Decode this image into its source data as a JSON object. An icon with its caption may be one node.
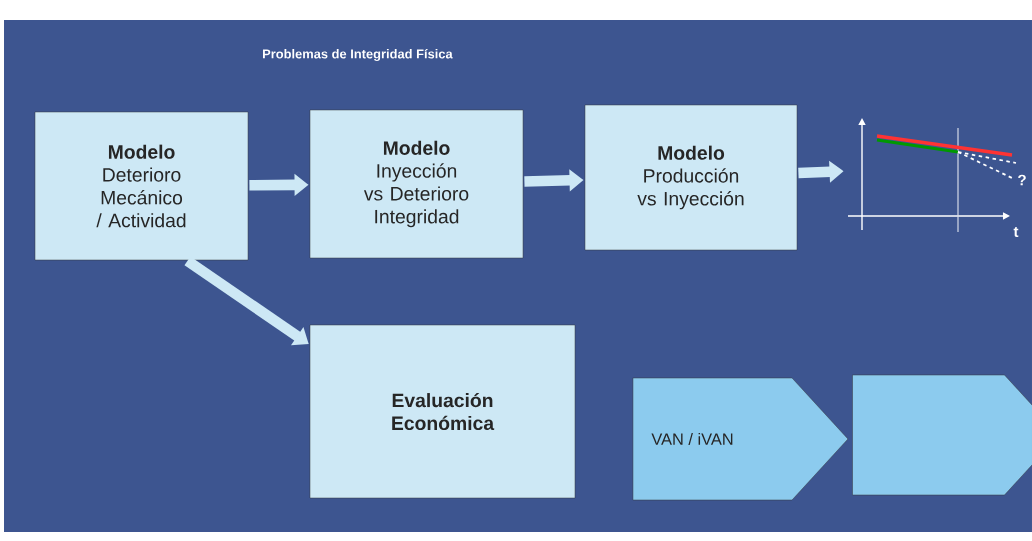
{
  "diagram": {
    "title": "Problemas de Integridad Física",
    "nodes": [
      {
        "text": [
          "Modelo",
          "Deterioro Mecánico / Actividad"
        ]
      },
      {
        "text": [
          "Modelo",
          "Inyección vs Deterioro Integridad"
        ]
      },
      {
        "text": [
          "Modelo",
          "Producción vs Inyección"
        ]
      },
      {
        "text": [],
        "shape": "picture"
      },
      {
        "text": [
          "Evaluación Económica"
        ]
      },
      {
        "text": [
          "VAN / iVAN"
        ]
      },
      {
        "text": [],
        "shape": "chevron"
      }
    ],
    "edges": [
      {
        "from": 0,
        "to": 1,
        "arrow": "to"
      },
      {
        "from": 1,
        "to": 2,
        "arrow": "to"
      },
      {
        "from": 2,
        "to": 3,
        "arrow": "to"
      },
      {
        "from": 0,
        "to": 4,
        "arrow": "to"
      }
    ],
    "labels": [
      "?",
      "t"
    ]
  }
}
